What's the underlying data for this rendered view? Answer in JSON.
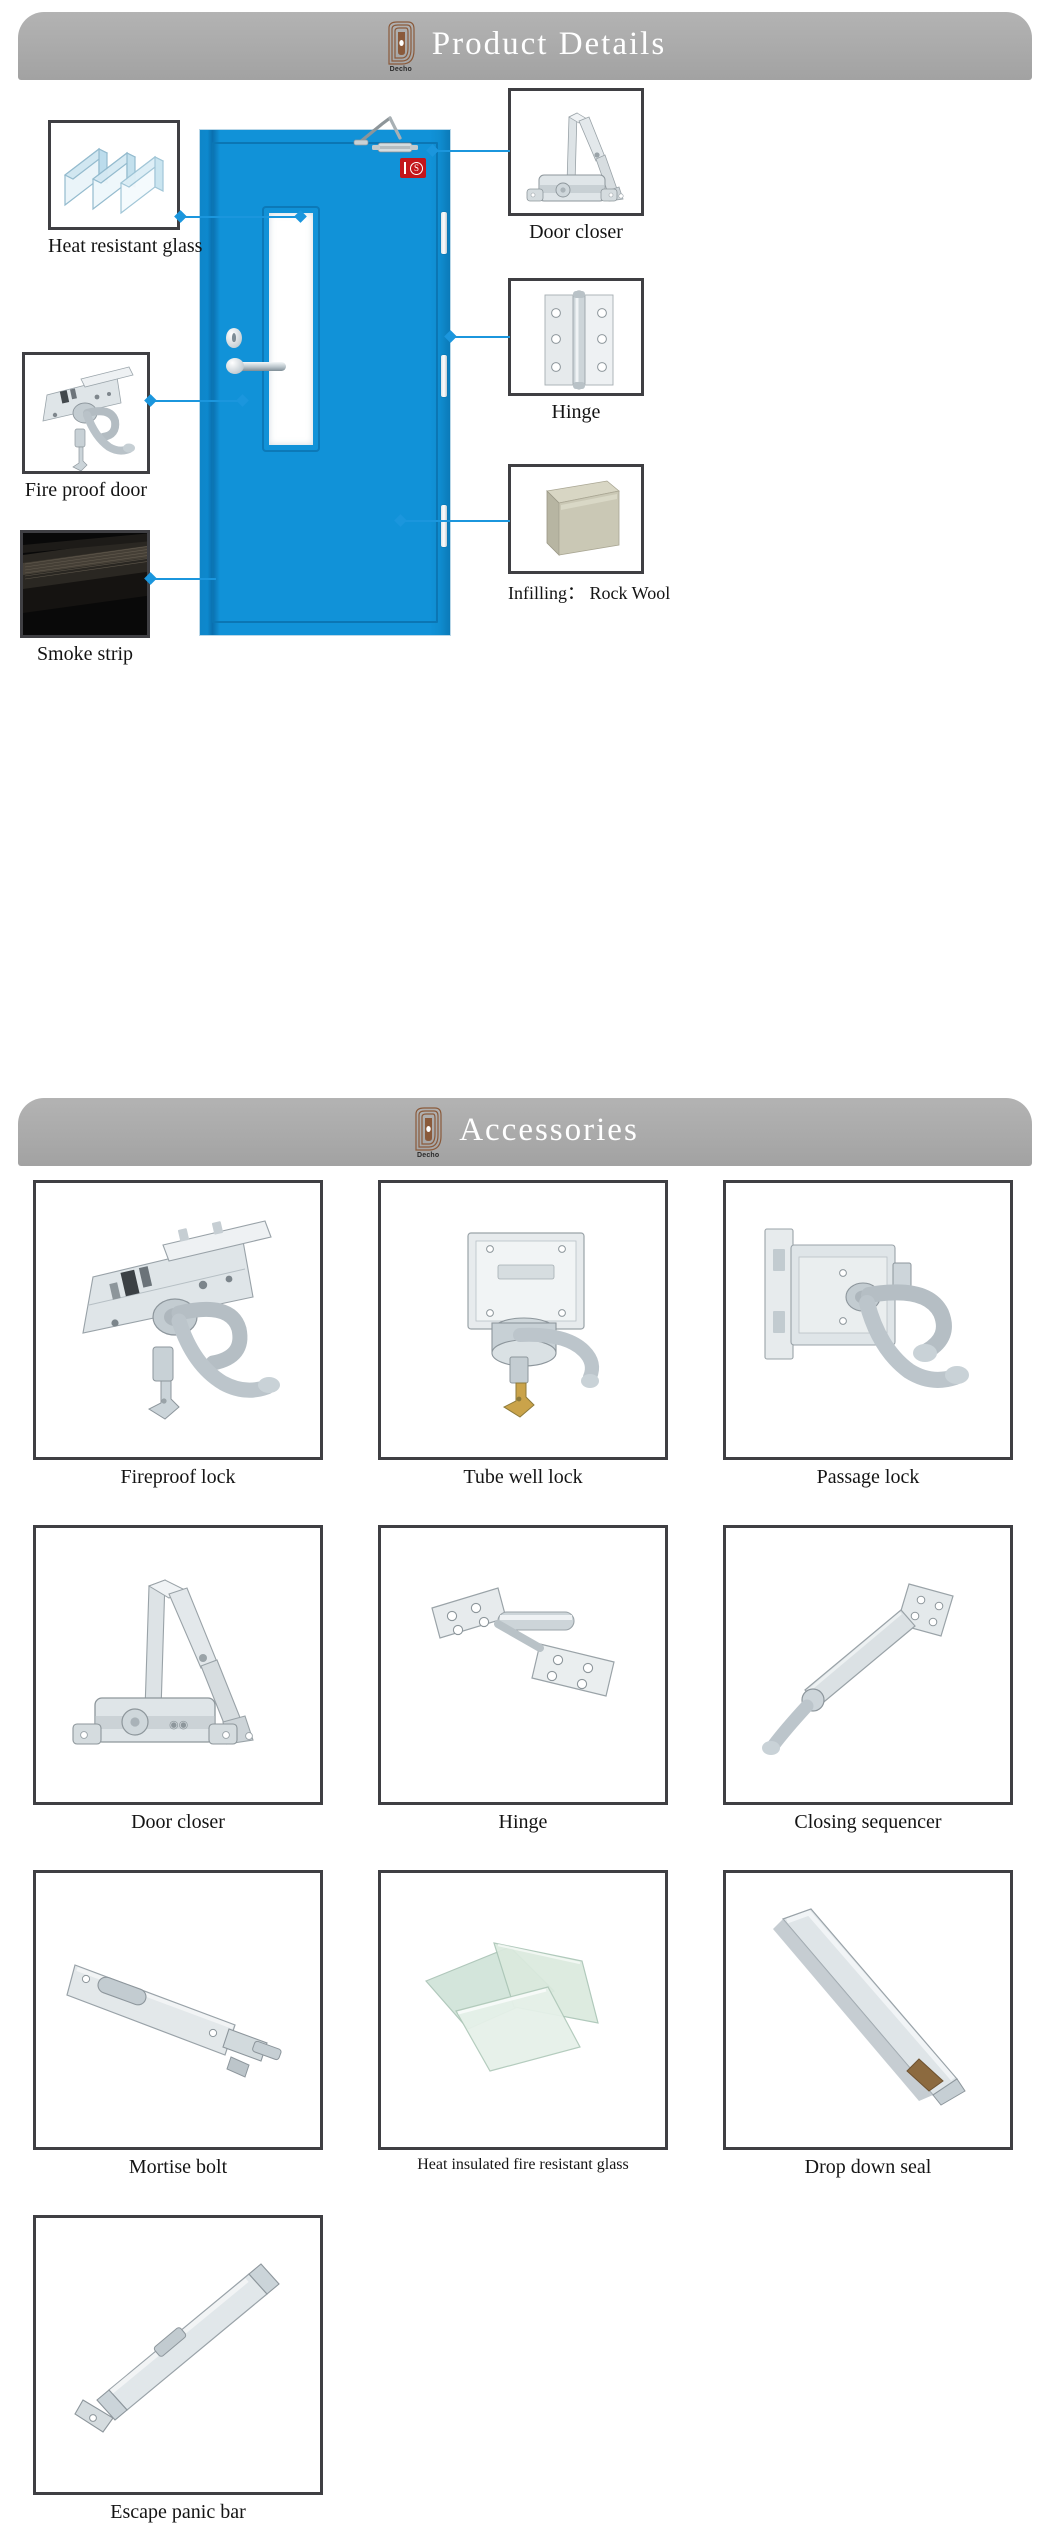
{
  "brand": {
    "logo_wordmark": "Decho",
    "logo_color": "#8a5a3b"
  },
  "sections": [
    {
      "id": "product-details",
      "title": "Product Details"
    },
    {
      "id": "accessories",
      "title": "Accessories"
    }
  ],
  "theme": {
    "door_blue": "#1192d8",
    "leader_line": "#1b96dd",
    "banner_gray": "#aaaaaa",
    "frame_border": "#3f3f43",
    "fire_label_red": "#c4161c"
  },
  "hero": {
    "door": {
      "name": "fire rated steel door",
      "color": "#1192d8",
      "fire_label_mark": "S"
    },
    "callouts": [
      {
        "id": "heat-resistant-glass",
        "label": "Heat resistant glass",
        "side": "left",
        "icon": "glass-panels-icon"
      },
      {
        "id": "fire-proof-door",
        "label": "Fire proof door",
        "side": "left",
        "icon": "mortise-lock-icon"
      },
      {
        "id": "smoke-strip",
        "label": "Smoke strip",
        "side": "left",
        "icon": "smoke-strip-icon"
      },
      {
        "id": "door-closer",
        "label": "Door closer",
        "side": "right",
        "icon": "door-closer-icon"
      },
      {
        "id": "hinge",
        "label": "Hinge",
        "side": "right",
        "icon": "hinge-icon"
      },
      {
        "id": "infilling",
        "label": "Infilling： Rock Wool",
        "side": "right",
        "icon": "rock-wool-icon"
      }
    ]
  },
  "accessories": {
    "items": [
      {
        "id": "fireproof-lock",
        "label": "Fireproof lock",
        "icon": "mortise-lock-icon",
        "row": 1,
        "col": 1
      },
      {
        "id": "tube-well-lock",
        "label": "Tube well lock",
        "icon": "tube-well-lock-icon",
        "row": 1,
        "col": 2
      },
      {
        "id": "passage-lock",
        "label": "Passage lock",
        "icon": "passage-lock-icon",
        "row": 1,
        "col": 3
      },
      {
        "id": "door-closer",
        "label": "Door closer",
        "icon": "door-closer-icon",
        "row": 2,
        "col": 1
      },
      {
        "id": "hinge",
        "label": "Hinge",
        "icon": "flag-hinge-icon",
        "row": 2,
        "col": 2
      },
      {
        "id": "closing-sequencer",
        "label": "Closing sequencer",
        "icon": "closing-sequencer-icon",
        "row": 2,
        "col": 3
      },
      {
        "id": "mortise-bolt",
        "label": "Mortise bolt",
        "icon": "mortise-bolt-icon",
        "row": 3,
        "col": 1
      },
      {
        "id": "heat-insulated-glass",
        "label": "Heat insulated fire resistant glass",
        "icon": "glass-sheets-icon",
        "row": 3,
        "col": 2
      },
      {
        "id": "drop-down-seal",
        "label": "Drop down seal",
        "icon": "drop-down-seal-icon",
        "row": 3,
        "col": 3
      },
      {
        "id": "escape-panic-bar",
        "label": "Escape panic bar",
        "icon": "panic-bar-icon",
        "row": 4,
        "col": 1
      }
    ]
  }
}
